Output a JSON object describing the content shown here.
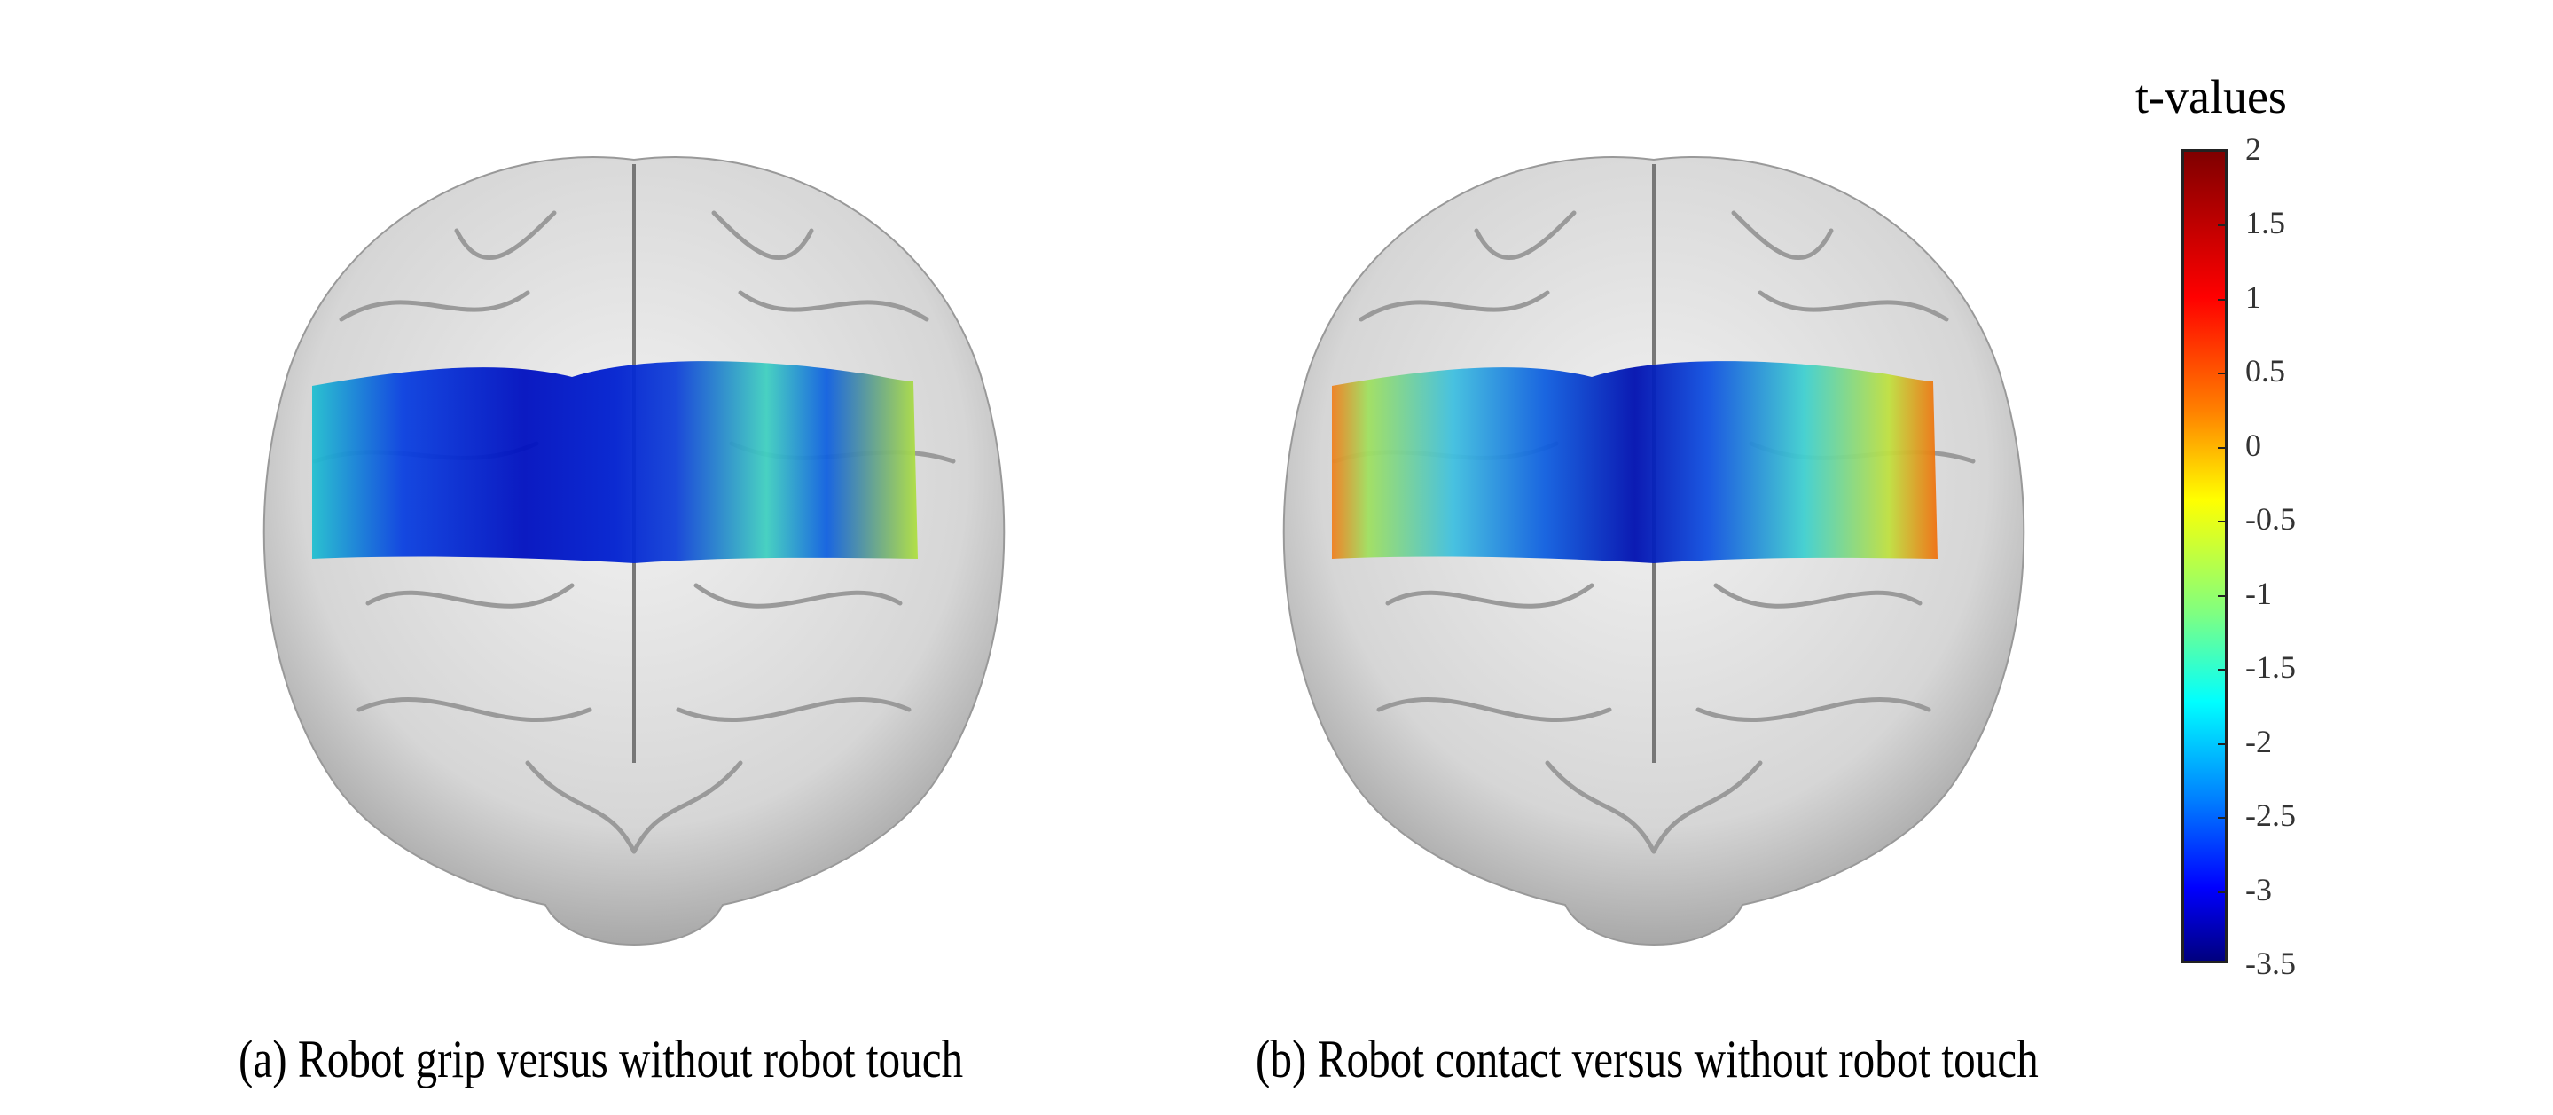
{
  "colorbar": {
    "title": "t-values",
    "min": -3.5,
    "max": 2,
    "colormap": "jet",
    "ticks": [
      "2",
      "1.5",
      "1",
      "0.5",
      "0",
      "-0.5",
      "-1",
      "-1.5",
      "-2",
      "-2.5",
      "-3",
      "-3.5"
    ]
  },
  "panels": [
    {
      "caption": "(a)  Robot grip versus without robot touch"
    },
    {
      "caption": "(b) Robot contact versus without robot touch"
    }
  ]
}
